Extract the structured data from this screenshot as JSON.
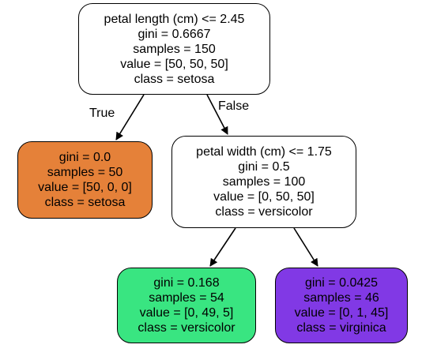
{
  "nodes": {
    "root": {
      "fill": "#ffffff",
      "lines": [
        "petal length (cm) <= 2.45",
        "gini = 0.6667",
        "samples = 150",
        "value = [50, 50, 50]",
        "class = setosa"
      ]
    },
    "left": {
      "fill": "#e58139",
      "lines": [
        "gini = 0.0",
        "samples = 50",
        "value = [50, 0, 0]",
        "class = setosa"
      ]
    },
    "right": {
      "fill": "#ffffff",
      "lines": [
        "petal width (cm) <= 1.75",
        "gini = 0.5",
        "samples = 100",
        "value = [0, 50, 50]",
        "class = versicolor"
      ]
    },
    "right_left": {
      "fill": "#39e581",
      "lines": [
        "gini = 0.168",
        "samples = 54",
        "value = [0, 49, 5]",
        "class = versicolor"
      ]
    },
    "right_right": {
      "fill": "#8139e5",
      "lines": [
        "gini = 0.0425",
        "samples = 46",
        "value = [0, 1, 45]",
        "class = virginica"
      ]
    }
  },
  "edge_labels": {
    "true_label": "True",
    "false_label": "False"
  }
}
